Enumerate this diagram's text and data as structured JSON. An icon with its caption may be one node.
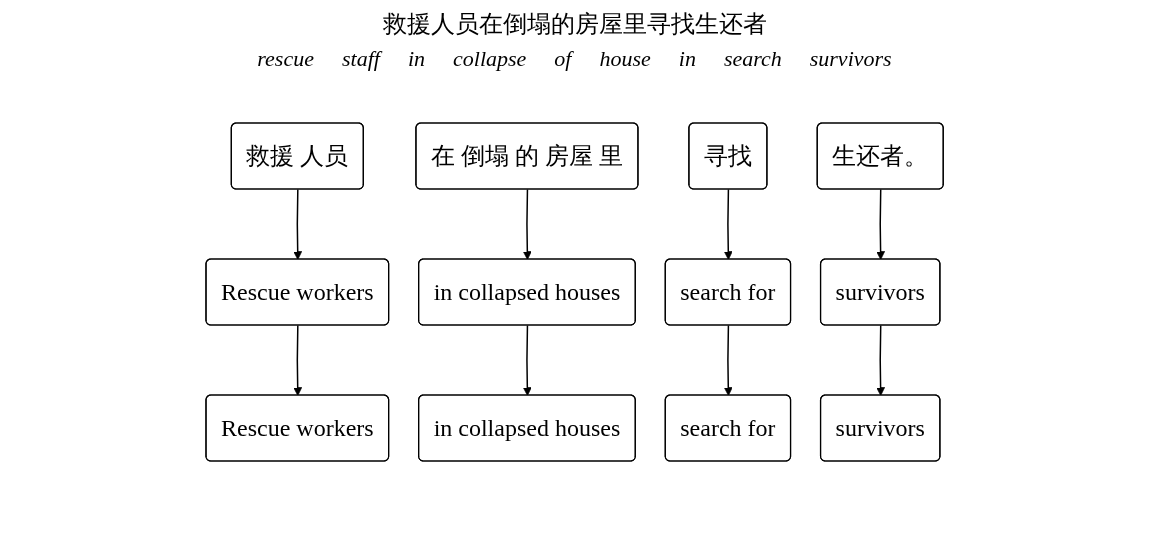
{
  "diagram": {
    "title": "救援人员在倒塌的房屋里寻找生还者",
    "nodes": [
      {
        "text": [
          "救援 人员"
        ]
      },
      {
        "text": [
          "在 倒塌 的 房屋 里"
        ]
      },
      {
        "text": [
          "寻找"
        ]
      },
      {
        "text": [
          "生还者。"
        ]
      },
      {
        "text": [
          "Rescue workers"
        ]
      },
      {
        "text": [
          "in collapsed houses"
        ]
      },
      {
        "text": [
          "search for"
        ]
      },
      {
        "text": [
          "survivors"
        ]
      },
      {
        "text": [
          "Rescue workers"
        ]
      },
      {
        "text": [
          "search for"
        ]
      },
      {
        "text": [
          "survivors"
        ]
      },
      {
        "text": [
          "in collapsed houses"
        ]
      }
    ],
    "edges": [
      {
        "from": 0,
        "to": 4,
        "arrow": "to"
      },
      {
        "from": 1,
        "to": 5,
        "arrow": "to"
      },
      {
        "from": 2,
        "to": 6,
        "arrow": "to"
      },
      {
        "from": 3,
        "to": 7,
        "arrow": "to"
      },
      {
        "from": 4,
        "to": 8,
        "arrow": "to"
      },
      {
        "from": 5,
        "to": 11,
        "arrow": "to"
      },
      {
        "from": 6,
        "to": 9,
        "arrow": "to"
      },
      {
        "from": 7,
        "to": 10,
        "arrow": "to"
      }
    ],
    "labels": [
      "rescue",
      "staff",
      "in",
      "collapse",
      "of",
      "house",
      "in",
      "search",
      "survivors"
    ]
  }
}
